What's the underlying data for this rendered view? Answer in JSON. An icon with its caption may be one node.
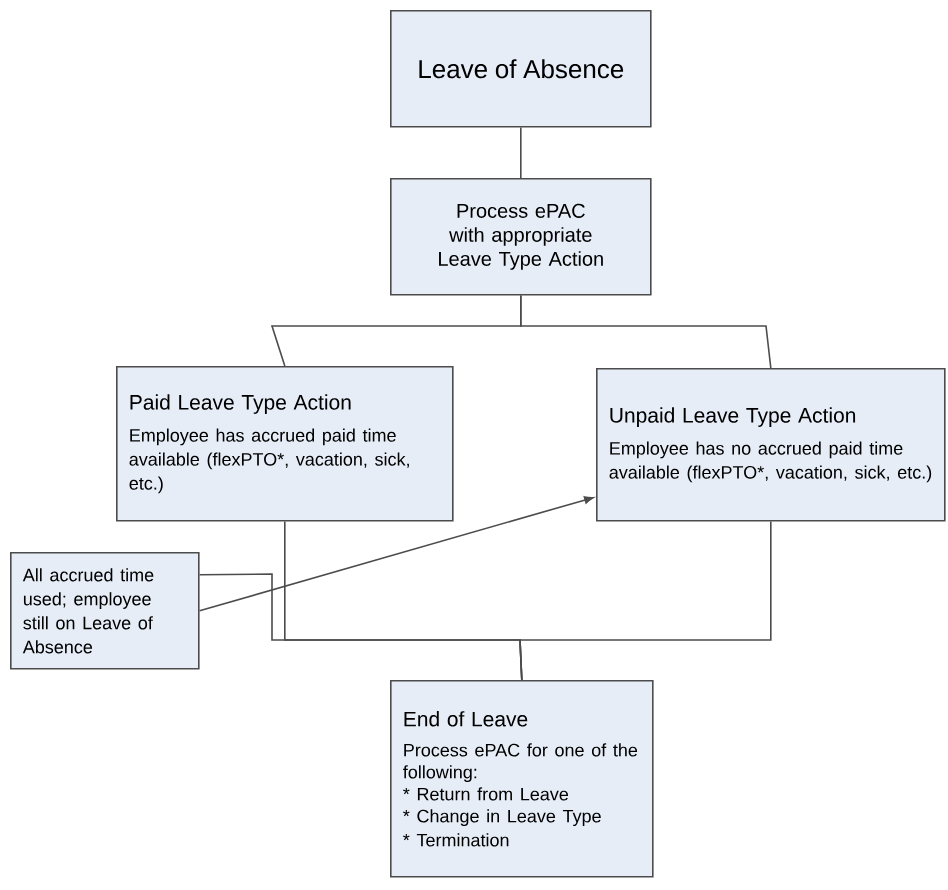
{
  "diagram": {
    "nodes": [
      {
        "text": [
          "Leave of Absence"
        ]
      },
      {
        "text": [
          "Process ePAC with appropriate Leave Type Action"
        ]
      },
      {
        "text": [
          "Paid Leave Type Action",
          "Employee has accrued paid time available (flexPTO*, vacation, sick, etc.)"
        ]
      },
      {
        "text": [
          "Unpaid Leave Type Action",
          "Employee has no accrued paid time available (flexPTO*, vacation, sick, etc.)"
        ]
      },
      {
        "text": [
          "All accrued time used; employee still on Leave of Absence"
        ]
      },
      {
        "text": [
          "End of Leave",
          "Process ePAC for one of the following:",
          "* Return from Leave",
          "* Change in Leave Type",
          "* Termination"
        ]
      }
    ],
    "edges": [
      {
        "from": 0,
        "to": 1,
        "arrow": "none"
      },
      {
        "from": 1,
        "to": 2,
        "arrow": "none"
      },
      {
        "from": 1,
        "to": 3,
        "arrow": "none"
      },
      {
        "from": 2,
        "to": 5,
        "arrow": "none"
      },
      {
        "from": 3,
        "to": 5,
        "arrow": "none"
      },
      {
        "from": 4,
        "to": 5,
        "arrow": "none"
      },
      {
        "from": 4,
        "to": 3,
        "arrow": "to"
      }
    ]
  }
}
